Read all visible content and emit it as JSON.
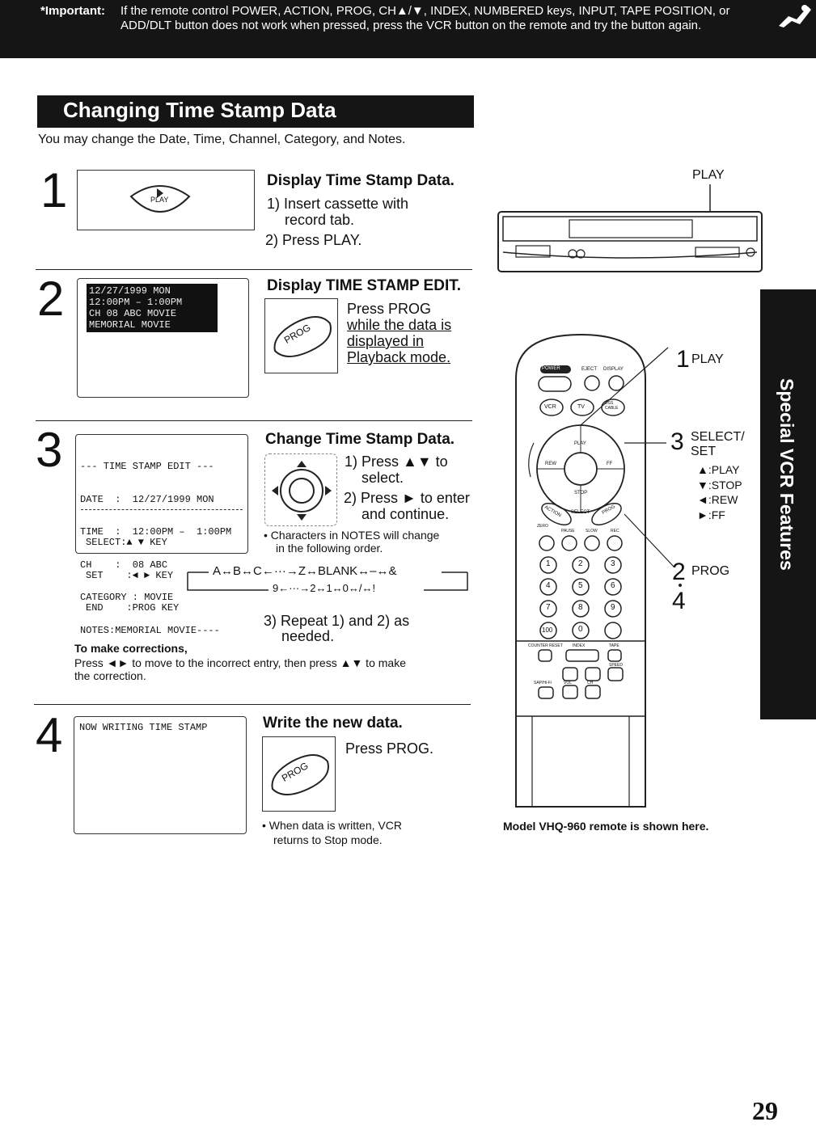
{
  "banner": {
    "label": "*Important:",
    "text": "If the remote control POWER, ACTION, PROG, CH▲/▼, INDEX, NUMBERED keys, INPUT, TAPE POSITION, or ADD/DLT button does not work when pressed, press the VCR button on the remote and try the button again."
  },
  "section": {
    "title": "Changing Time Stamp Data",
    "intro": "You may change the Date, Time, Channel, Category, and Notes."
  },
  "step1": {
    "number": "1",
    "button_label": "PLAY",
    "heading": "Display Time Stamp Data.",
    "line1": "1) Insert cassette with",
    "line1b": "record tab.",
    "line2": "2) Press PLAY."
  },
  "step2": {
    "number": "2",
    "lcd": [
      "12/27/1999 MON",
      "12:00PM –  1:00PM",
      "CH 08 ABC  MOVIE",
      "MEMORIAL MOVIE"
    ],
    "heading": "Display TIME STAMP EDIT.",
    "prog_label": "PROG",
    "text": [
      "Press PROG",
      "while the data is",
      "displayed in",
      "Playback mode."
    ]
  },
  "step3": {
    "number": "3",
    "screen": [
      "--- TIME STAMP EDIT ---",
      "DATE  :  12/27/1999 MON",
      "TIME  :  12:00PM –  1:00PM",
      "CH    :  08 ABC",
      "CATEGORY : MOVIE",
      "NOTES:MEMORIAL MOVIE----"
    ],
    "keys": [
      "SELECT:▲ ▼ KEY",
      "SET    :◄ ► KEY",
      "END    :PROG KEY"
    ],
    "heading": "Change Time Stamp Data.",
    "line1a": "1) Press ▲▼ to",
    "line1b": "select.",
    "line2a": "2) Press ► to enter",
    "line2b": "and continue.",
    "bullet_a": "•  Characters in NOTES will change",
    "bullet_b": "in the following order.",
    "seq1": "A↔B↔C←···→Z↔BLANK↔–↔&",
    "seq2": "9←···→2↔1↔0↔/↔!",
    "line3a": "3) Repeat 1) and 2) as",
    "line3b": "needed.",
    "corr_title": "To make corrections,",
    "corr_a": "Press ◄► to move to the incorrect entry, then press ▲▼ to make",
    "corr_b": "the correction."
  },
  "step4": {
    "number": "4",
    "screen": "NOW WRITING TIME STAMP",
    "heading": "Write the new data.",
    "prog_label": "PROG",
    "text": "Press PROG.",
    "bullet_a": "•  When data is written, VCR",
    "bullet_b": "returns to Stop mode."
  },
  "vcr": {
    "play_label": "PLAY"
  },
  "remote": {
    "callout1_num": "1",
    "callout1_label": "PLAY",
    "callout3_num": "3",
    "callout3_label_a": "SELECT/",
    "callout3_label_b": "SET",
    "callout3_play": "▲:PLAY",
    "callout3_stop": "▼:STOP",
    "callout3_rew": "◄:REW",
    "callout3_ff": "►:FF",
    "callout2_num": "2",
    "callout2_label": "PROG",
    "callout4_num": "4",
    "caption": "Model VHQ-960 remote is shown here.",
    "keys": {
      "power": "POWER",
      "eject": "EJECT",
      "display": "DISPLAY",
      "vcr": "VCR",
      "tv": "TV",
      "dss": "DSS CABLE",
      "play": "PLAY",
      "stop": "STOP",
      "rew": "REW",
      "ff": "FF",
      "action": "ACTION",
      "select": "SELECT",
      "prog": "PROG",
      "zero": "ZERO",
      "pause": "PAUSE",
      "slow": "SLOW",
      "rec": "REC",
      "digits": [
        "1",
        "2",
        "3",
        "4",
        "5",
        "6",
        "7",
        "8",
        "9"
      ],
      "hundred": "100",
      "zero_digit": "0",
      "counter_reset": "COUNTER RESET",
      "index": "INDEX",
      "tape": "TAPE",
      "speed": "SPEED",
      "saphifi": "SAP/Hi-Fi",
      "vol": "VOL",
      "ch": "CH"
    }
  },
  "side_tab": "Special VCR Features",
  "page_number": "29"
}
